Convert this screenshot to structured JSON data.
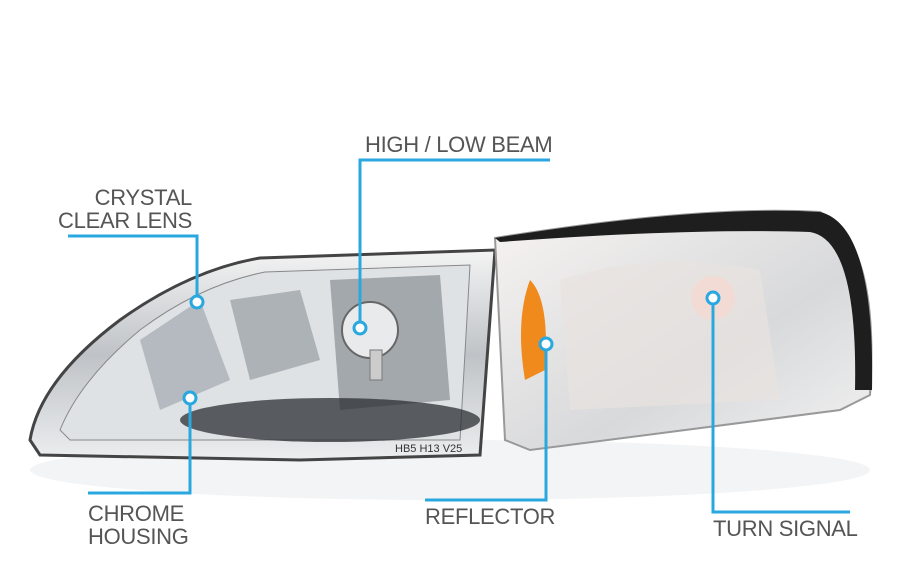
{
  "accent_color": "#29a8e0",
  "callouts": {
    "lens": {
      "line1": "CRYSTAL",
      "line2": "CLEAR LENS"
    },
    "beam": {
      "label": "HIGH / LOW BEAM"
    },
    "housing": {
      "line1": "CHROME",
      "line2": "HOUSING"
    },
    "reflector": {
      "label": "REFLECTOR"
    },
    "turn": {
      "label": "TURN SIGNAL"
    }
  },
  "bulb_markings": [
    "HB5",
    "H13",
    "V25"
  ]
}
